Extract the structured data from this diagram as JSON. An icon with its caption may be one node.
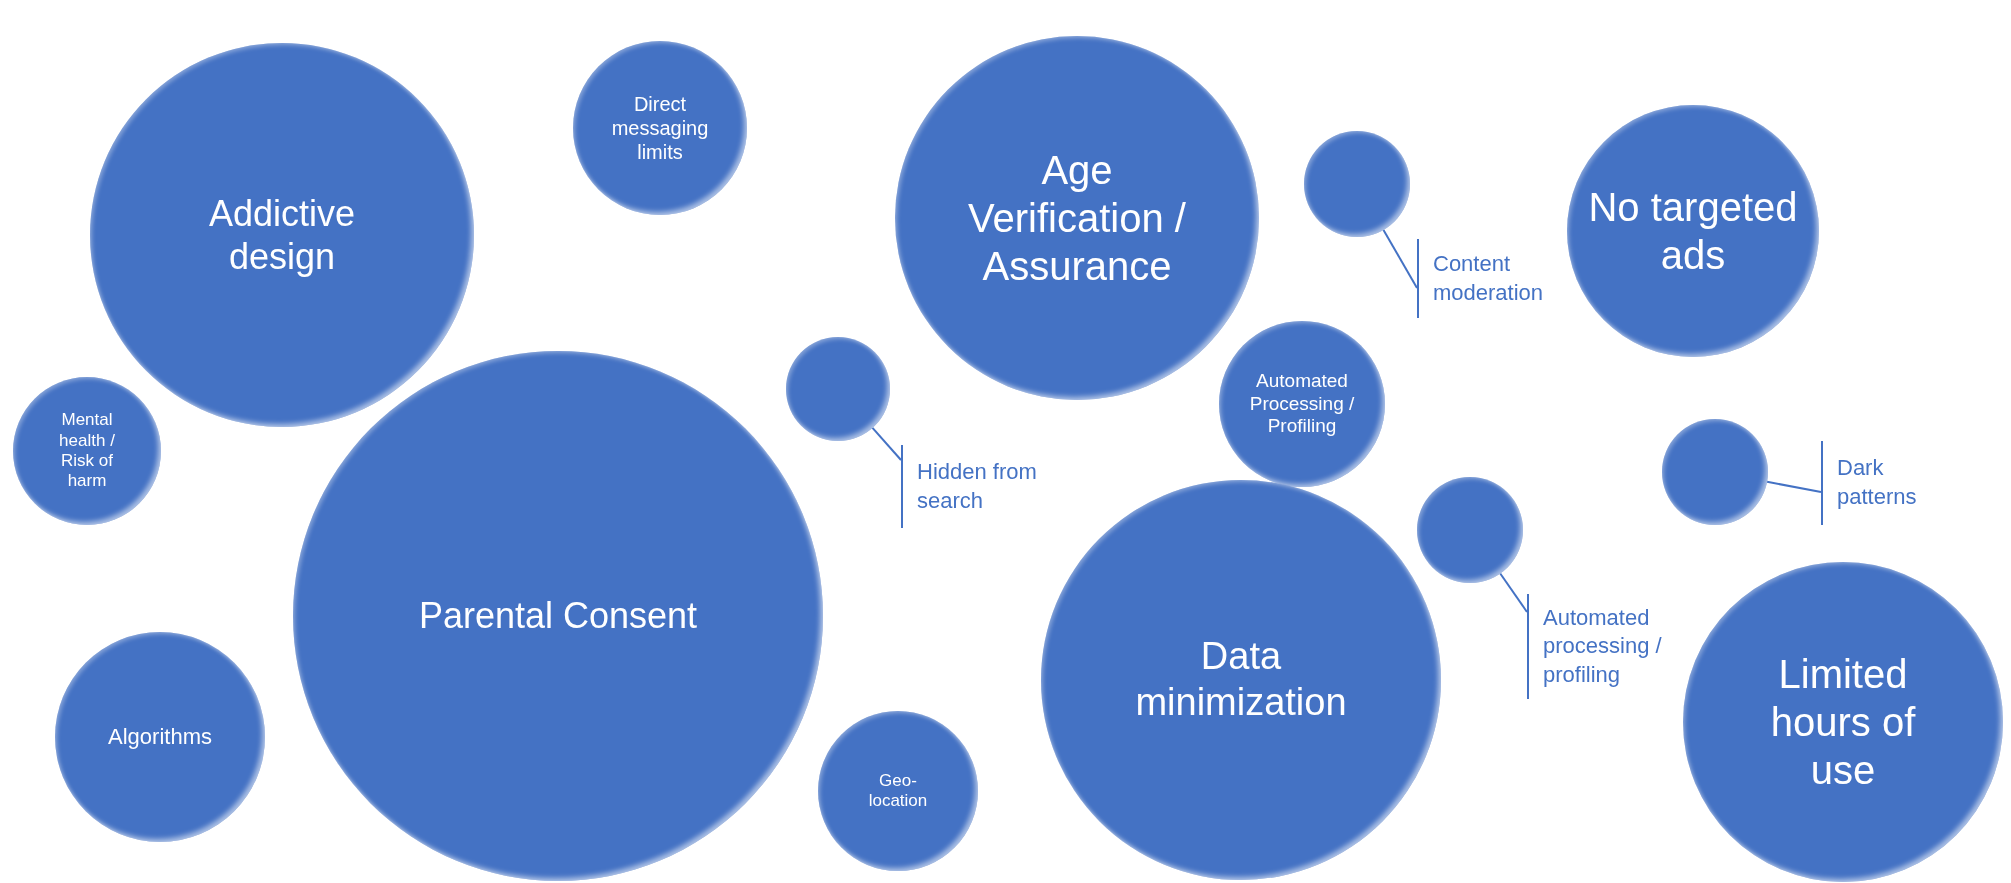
{
  "diagram": {
    "nodes": [
      {
        "text": [
          "Addictive design"
        ]
      },
      {
        "text": [
          "Direct messaging limits"
        ]
      },
      {
        "text": [
          "Age Verification / Assurance"
        ]
      },
      {
        "text": [],
        "shape": "circle"
      },
      {
        "text": [
          "Content moderation"
        ]
      },
      {
        "text": [
          "No targeted ads"
        ]
      },
      {
        "text": [
          "Mental health / Risk of harm"
        ]
      },
      {
        "text": [
          "Parental Consent"
        ]
      },
      {
        "text": [],
        "shape": "circle"
      },
      {
        "text": [
          "Hidden from search"
        ]
      },
      {
        "text": [
          "Automated Processing / Profiling"
        ]
      },
      {
        "text": [],
        "shape": "circle"
      },
      {
        "text": [
          "Dark patterns"
        ]
      },
      {
        "text": [],
        "shape": "circle"
      },
      {
        "text": [
          "Automated processing / profiling"
        ]
      },
      {
        "text": [
          "Data minimization"
        ]
      },
      {
        "text": [
          "Algorithms"
        ]
      },
      {
        "text": [
          "Geo-location"
        ]
      },
      {
        "text": [
          "Limited hours of use"
        ]
      }
    ],
    "edges": [
      {
        "from": 4,
        "to": 3,
        "arrow": "none"
      },
      {
        "from": 9,
        "to": 8,
        "arrow": "none"
      },
      {
        "from": 12,
        "to": 11,
        "arrow": "none"
      },
      {
        "from": 14,
        "to": 13,
        "arrow": "none"
      }
    ]
  }
}
